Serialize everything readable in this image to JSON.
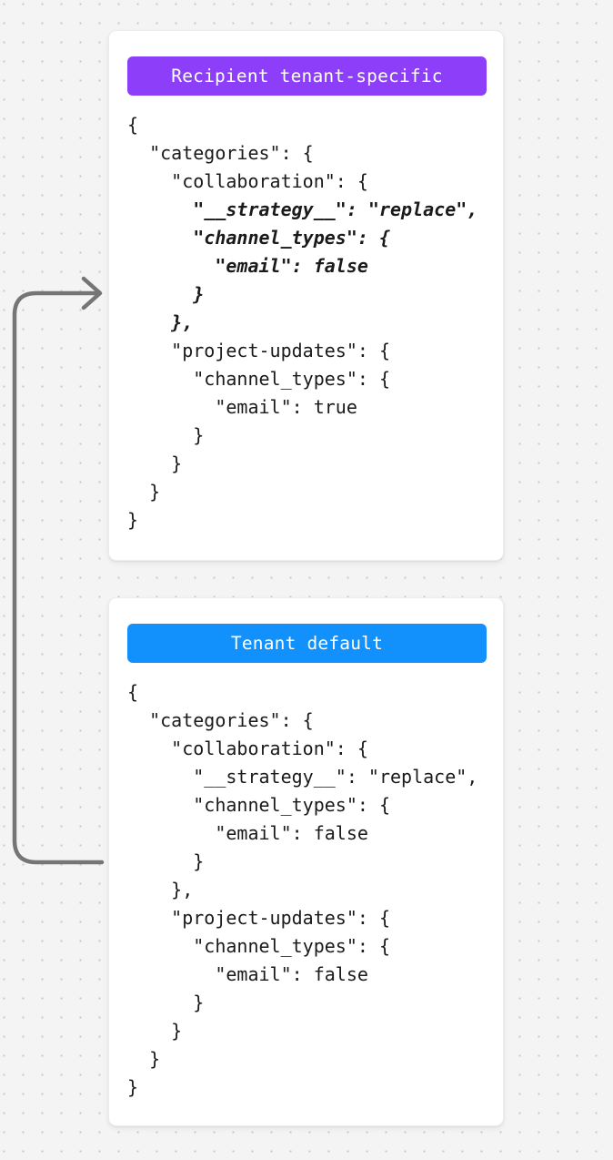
{
  "background": {
    "color": "#f4f4f4",
    "dot_color": "#c9c9c9",
    "pattern": "dot-grid"
  },
  "arrow": {
    "name": "fallback-flow-arrow",
    "color": "#757575",
    "direction": "tenant-default-to-recipient-tenant-specific"
  },
  "cards": [
    {
      "id": "recipient-tenant-specific",
      "header": {
        "label": "Recipient tenant-specific",
        "color": "#8c3ef8"
      },
      "code_lines": [
        {
          "text": "{",
          "emphasis": false
        },
        {
          "text": "  \"categories\": {",
          "emphasis": false
        },
        {
          "text": "    \"collaboration\": {",
          "emphasis": false
        },
        {
          "text": "      \"__strategy__\": \"replace\",",
          "emphasis": true
        },
        {
          "text": "      \"channel_types\": {",
          "emphasis": true
        },
        {
          "text": "        \"email\": false",
          "emphasis": true
        },
        {
          "text": "      }",
          "emphasis": true
        },
        {
          "text": "    },",
          "emphasis": true
        },
        {
          "text": "    \"project-updates\": {",
          "emphasis": false
        },
        {
          "text": "      \"channel_types\": {",
          "emphasis": false
        },
        {
          "text": "        \"email\": true",
          "emphasis": false
        },
        {
          "text": "      }",
          "emphasis": false
        },
        {
          "text": "    }",
          "emphasis": false
        },
        {
          "text": "  }",
          "emphasis": false
        },
        {
          "text": "}",
          "emphasis": false
        }
      ]
    },
    {
      "id": "tenant-default",
      "header": {
        "label": "Tenant default",
        "color": "#1290fb"
      },
      "code_lines": [
        {
          "text": "{",
          "emphasis": false
        },
        {
          "text": "  \"categories\": {",
          "emphasis": false
        },
        {
          "text": "    \"collaboration\": {",
          "emphasis": false
        },
        {
          "text": "      \"__strategy__\": \"replace\",",
          "emphasis": false
        },
        {
          "text": "      \"channel_types\": {",
          "emphasis": false
        },
        {
          "text": "        \"email\": false",
          "emphasis": false
        },
        {
          "text": "      }",
          "emphasis": false
        },
        {
          "text": "    },",
          "emphasis": false
        },
        {
          "text": "    \"project-updates\": {",
          "emphasis": false
        },
        {
          "text": "      \"channel_types\": {",
          "emphasis": false
        },
        {
          "text": "        \"email\": false",
          "emphasis": false
        },
        {
          "text": "      }",
          "emphasis": false
        },
        {
          "text": "    }",
          "emphasis": false
        },
        {
          "text": "  }",
          "emphasis": false
        },
        {
          "text": "}",
          "emphasis": false
        }
      ]
    }
  ]
}
